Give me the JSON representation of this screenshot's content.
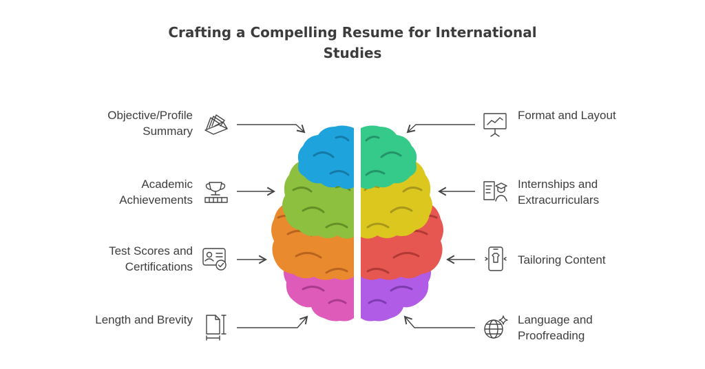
{
  "title": "Crafting a Compelling Resume for International Studies",
  "left_items": [
    {
      "label": "Objective/Profile Summary",
      "icon": "open-book-icon"
    },
    {
      "label": "Academic Achievements",
      "icon": "trophy-icon"
    },
    {
      "label": "Test Scores and Certifications",
      "icon": "certificate-card-icon"
    },
    {
      "label": "Length and Brevity",
      "icon": "document-ruler-icon"
    }
  ],
  "right_items": [
    {
      "label": "Format and Layout",
      "icon": "presentation-board-icon"
    },
    {
      "label": "Internships and Extracurriculars",
      "icon": "graduate-documents-icon"
    },
    {
      "label": "Tailoring Content",
      "icon": "mobile-tailoring-icon"
    },
    {
      "label": "Language and Proofreading",
      "icon": "globe-sparkle-icon"
    }
  ],
  "brain_colors": {
    "blue": "#1fa3dc",
    "green_left": "#8cc03e",
    "orange": "#ea8a2e",
    "pink": "#df5bb9",
    "teal": "#35c98a",
    "yellow": "#dcc71f",
    "red": "#e65752",
    "purple": "#b15ce6"
  }
}
